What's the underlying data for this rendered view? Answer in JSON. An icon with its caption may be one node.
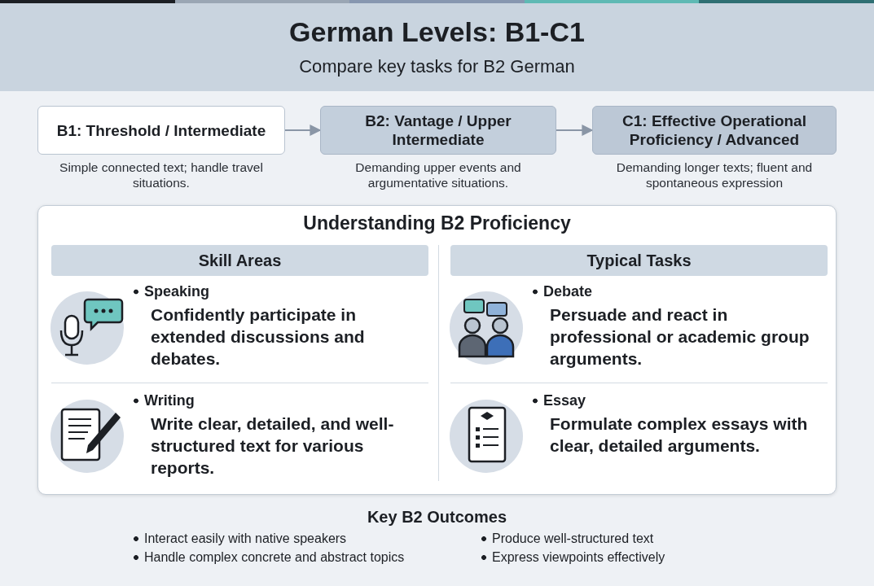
{
  "diagram": {
    "title": "German Levels: B1-C1",
    "nodes": [
      {
        "text": [
          "B1: Threshold / Intermediate"
        ],
        "beside": [
          "Simple connected text; handle travel situations."
        ]
      },
      {
        "text": [
          "B2: Vantage / Upper Intermediate"
        ],
        "beside": [
          "Demanding upper events and argumentative situations."
        ]
      },
      {
        "text": [
          "C1: Effective Operational Proficiency / Advanced"
        ],
        "beside": [
          "Demanding longer texts; fluent and spontaneous expression"
        ]
      },
      {
        "text": [
          "Understanding B2 Proficiency"
        ]
      },
      {
        "text": [
          "Skill Areas"
        ],
        "in": 3
      },
      {
        "text": [
          "Typical Tasks"
        ],
        "in": 3
      }
    ],
    "edges": [
      {
        "from": 0,
        "to": 1,
        "arrow": "to"
      },
      {
        "from": 1,
        "to": 2,
        "arrow": "to"
      }
    ],
    "labels": [
      "Compare key tasks for B2 German",
      "Speaking",
      "Confidently participate in extended discussions and debates.",
      "Debate",
      "Persuade and react in professional or academic group arguments.",
      "Writing",
      "Write clear, detailed, and well-structured text for various reports.",
      "Essay",
      "Formulate complex essays with clear, detailed arguments.",
      "Key B2 Outcomes",
      "Interact easily with native speakers",
      "Produce well-structured text",
      "Handle complex concrete and abstract topics",
      "Express viewpoints effectively"
    ]
  }
}
